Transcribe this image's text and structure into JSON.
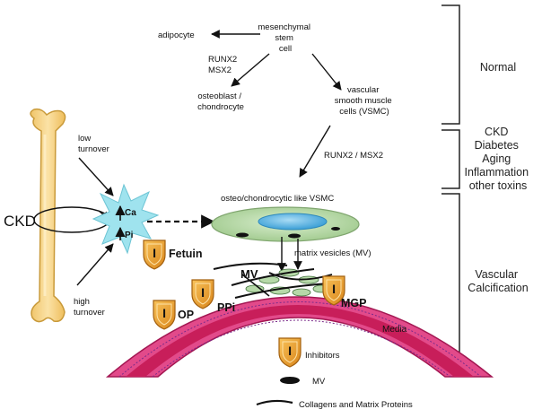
{
  "pathway": {
    "msc": [
      "mesenchymal",
      "stem",
      "cell"
    ],
    "adipocyte": "adipocyte",
    "runx_left": [
      "RUNX2",
      "MSX2"
    ],
    "osteoblast": [
      "osteoblast /",
      "chondrocyte"
    ],
    "vsmc": [
      "vascular",
      "smooth muscle",
      "cells (VSMC)"
    ],
    "runx_msx": "RUNX2 / MSX2",
    "osteo_vsmc": "osteo/chondrocytic like VSMC",
    "matrix_vesicles": "matrix vesicles (MV)",
    "mv": "MV"
  },
  "conditions": {
    "normal": "Normal",
    "risk": [
      "CKD",
      "Diabetes",
      "Aging",
      "Inflammation",
      "other toxins"
    ],
    "calcification": [
      "Vascular",
      "Calcification"
    ]
  },
  "bone": {
    "low": [
      "low",
      "turnover"
    ],
    "high": [
      "high",
      "turnover"
    ],
    "ckd": "CKD",
    "ca": "Ca",
    "pi": "Pi"
  },
  "inhibitors": {
    "shield_letter": "I",
    "fetuin": "Fetuin",
    "op": "OP",
    "ppi": "PPi",
    "mgp": "MGP"
  },
  "vessel": {
    "media": "Media"
  },
  "legend": {
    "inhibitors": "Inhibitors",
    "mv": "MV",
    "collagen": "Collagens and Matrix Proteins"
  },
  "colors": {
    "bone": "#f6d58e",
    "bone_stroke": "#c99a3a",
    "vessel_outer": "#e24a8a",
    "vessel_media": "#c81e5a",
    "cell": "#b6d9a8",
    "nucleus": "#5fb7e6",
    "burst": "#9fe3ee",
    "shield": "#f2a42c"
  }
}
